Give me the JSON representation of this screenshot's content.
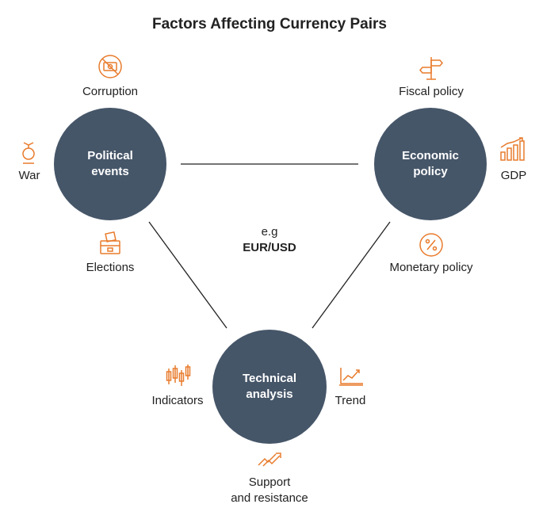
{
  "title": "Factors Affecting Currency Pairs",
  "colors": {
    "node": "#465669",
    "accent": "#e87b2c",
    "line": "#222222"
  },
  "center": {
    "line1": "e.g",
    "line2": "EUR/USD"
  },
  "nodes": {
    "political": "Political\nevents",
    "economic": "Economic\npolicy",
    "technical": "Technical\nanalysis"
  },
  "factors": {
    "corruption": {
      "label": "Corruption",
      "icon": "no-money-icon"
    },
    "war": {
      "label": "War",
      "icon": "bomb-icon"
    },
    "elections": {
      "label": "Elections",
      "icon": "ballot-box-icon"
    },
    "fiscal": {
      "label": "Fiscal policy",
      "icon": "signpost-icon"
    },
    "gdp": {
      "label": "GDP",
      "icon": "bar-chart-growth-icon"
    },
    "monetary": {
      "label": "Monetary policy",
      "icon": "percent-icon"
    },
    "indicators": {
      "label": "Indicators",
      "icon": "candlestick-icon"
    },
    "trend": {
      "label": "Trend",
      "icon": "trend-chart-icon"
    },
    "support": {
      "label": "Support\nand resistance",
      "icon": "trend-arrow-icon"
    }
  }
}
